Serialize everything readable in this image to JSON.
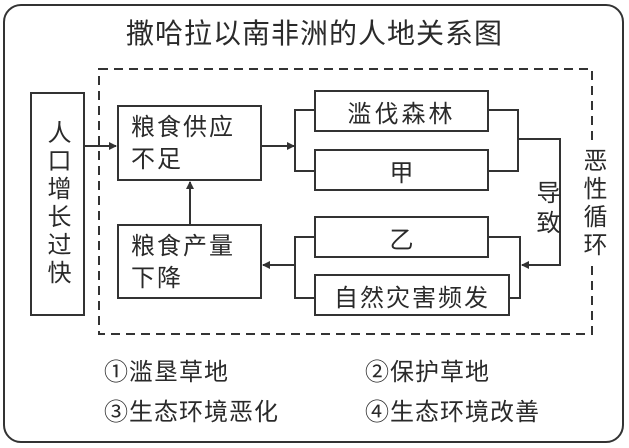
{
  "title": "撒哈拉以南非洲的人地关系图",
  "boxes": {
    "population": "人口增长过快",
    "food_shortage_line1": "粮食供应",
    "food_shortage_line2": "不足",
    "food_decline_line1": "粮食产量",
    "food_decline_line2": "下降",
    "deforestation": "滥伐森林",
    "jia": "甲",
    "yi": "乙",
    "disasters": "自然灾害频发"
  },
  "labels": {
    "leads_to": "导致",
    "vicious_cycle": "恶性循环"
  },
  "options": [
    {
      "id": "①",
      "text": "①滥垦草地"
    },
    {
      "id": "②",
      "text": "②保护草地"
    },
    {
      "id": "③",
      "text": "③生态环境恶化"
    },
    {
      "id": "④",
      "text": "④生态环境改善"
    }
  ]
}
